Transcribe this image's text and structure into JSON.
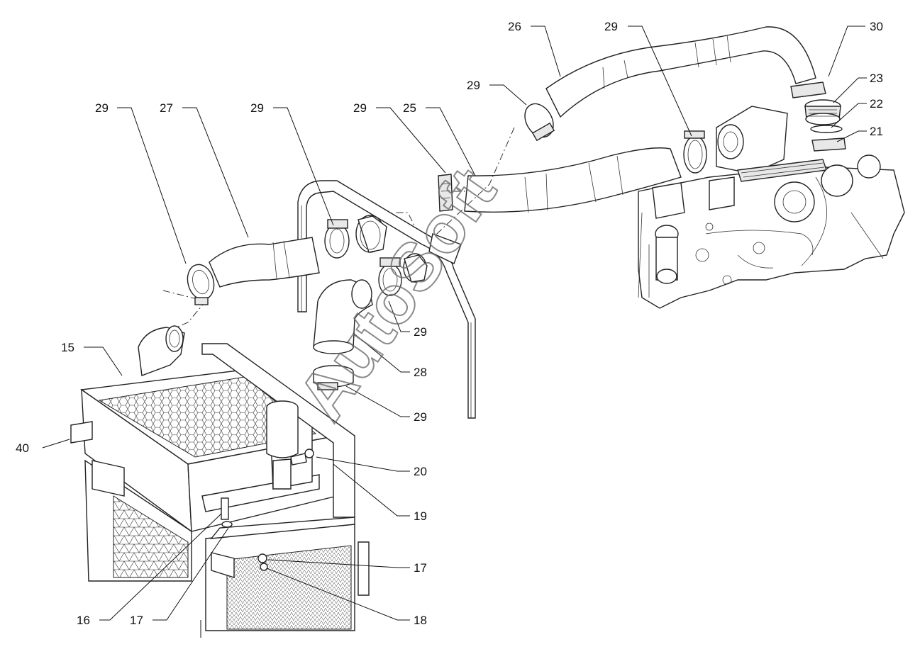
{
  "callouts": [
    {
      "id": "c-26",
      "label": "26"
    },
    {
      "id": "c-29a",
      "label": "29"
    },
    {
      "id": "c-30",
      "label": "30"
    },
    {
      "id": "c-23",
      "label": "23"
    },
    {
      "id": "c-22",
      "label": "22"
    },
    {
      "id": "c-21",
      "label": "21"
    },
    {
      "id": "c-29b",
      "label": "29"
    },
    {
      "id": "c-29c",
      "label": "29"
    },
    {
      "id": "c-27",
      "label": "27"
    },
    {
      "id": "c-29d",
      "label": "29"
    },
    {
      "id": "c-29e",
      "label": "29"
    },
    {
      "id": "c-25",
      "label": "25"
    },
    {
      "id": "c-29f",
      "label": "29"
    },
    {
      "id": "c-28",
      "label": "28"
    },
    {
      "id": "c-29g",
      "label": "29"
    },
    {
      "id": "c-15",
      "label": "15"
    },
    {
      "id": "c-40",
      "label": "40"
    },
    {
      "id": "c-20",
      "label": "20"
    },
    {
      "id": "c-19",
      "label": "19"
    },
    {
      "id": "c-17a",
      "label": "17"
    },
    {
      "id": "c-16",
      "label": "16"
    },
    {
      "id": "c-17b",
      "label": "17"
    },
    {
      "id": "c-18",
      "label": "18"
    }
  ],
  "watermark": {
    "logo_text": "AutoSoft"
  }
}
